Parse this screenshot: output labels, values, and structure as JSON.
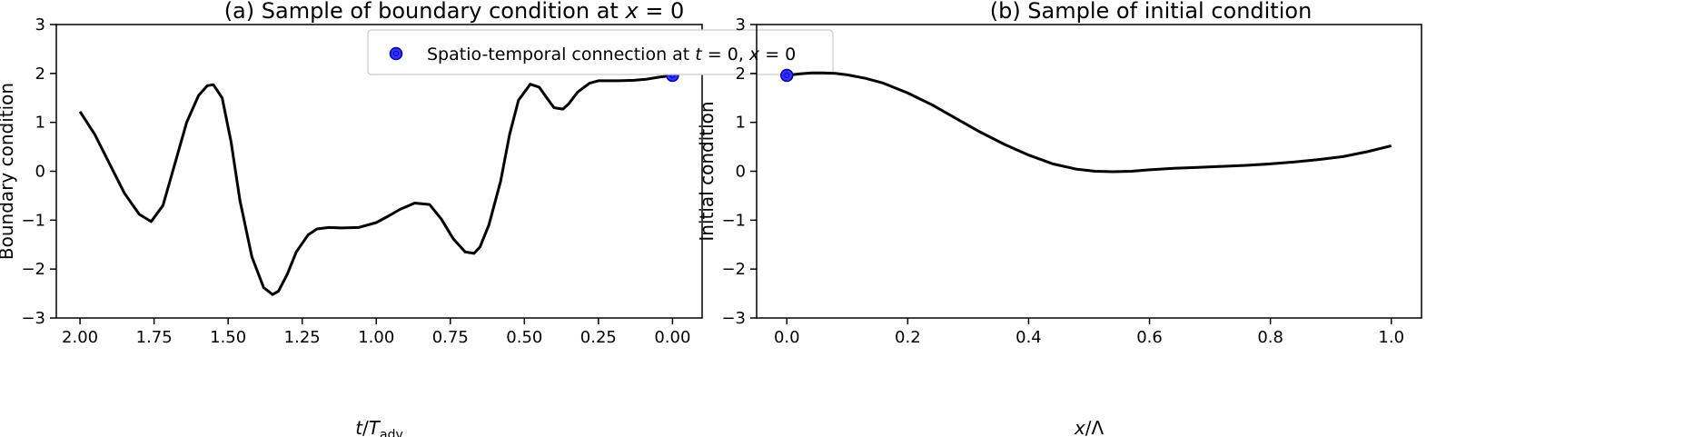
{
  "chart_data": [
    {
      "type": "line",
      "title": "(a) Sample of boundary condition at x = 0",
      "xlabel": "t/T_adv",
      "ylabel": "Boundary condition",
      "xlim": [
        2.08,
        -0.1
      ],
      "ylim": [
        -3,
        3
      ],
      "x_reversed": true,
      "xticks": [
        "2.00",
        "1.75",
        "1.50",
        "1.25",
        "1.00",
        "0.75",
        "0.50",
        "0.25",
        "0.00"
      ],
      "yticks": [
        "−3",
        "−2",
        "−1",
        "0",
        "1",
        "2",
        "3"
      ],
      "grid": false,
      "legend": {
        "placement": "top-right",
        "entries": [
          "Spatio-temporal connection at t = 0, x = 0"
        ]
      },
      "series": [
        {
          "color": "#000000",
          "x": [
            2.0,
            1.95,
            1.9,
            1.85,
            1.8,
            1.76,
            1.72,
            1.68,
            1.64,
            1.6,
            1.57,
            1.55,
            1.52,
            1.49,
            1.46,
            1.42,
            1.38,
            1.35,
            1.33,
            1.3,
            1.27,
            1.23,
            1.2,
            1.16,
            1.12,
            1.06,
            1.0,
            0.96,
            0.92,
            0.87,
            0.82,
            0.78,
            0.74,
            0.7,
            0.67,
            0.65,
            0.62,
            0.58,
            0.55,
            0.52,
            0.48,
            0.45,
            0.43,
            0.4,
            0.37,
            0.35,
            0.32,
            0.28,
            0.25,
            0.22,
            0.18,
            0.13,
            0.09,
            0.05,
            0.0
          ],
          "y": [
            1.22,
            0.75,
            0.15,
            -0.45,
            -0.88,
            -1.03,
            -0.7,
            0.15,
            1.0,
            1.55,
            1.75,
            1.77,
            1.5,
            0.6,
            -0.6,
            -1.75,
            -2.38,
            -2.52,
            -2.45,
            -2.1,
            -1.65,
            -1.3,
            -1.18,
            -1.15,
            -1.16,
            -1.15,
            -1.05,
            -0.92,
            -0.78,
            -0.65,
            -0.68,
            -0.98,
            -1.38,
            -1.65,
            -1.68,
            -1.55,
            -1.1,
            -0.2,
            0.75,
            1.45,
            1.78,
            1.72,
            1.55,
            1.3,
            1.27,
            1.38,
            1.62,
            1.8,
            1.85,
            1.85,
            1.85,
            1.86,
            1.88,
            1.92,
            1.96
          ]
        }
      ],
      "marker": {
        "x": 0.0,
        "y": 1.96,
        "color": "#0000ff"
      }
    },
    {
      "type": "line",
      "title": "(b) Sample of initial condition",
      "xlabel": "x/Λ",
      "ylabel": "Initial condition",
      "xlim": [
        -0.05,
        1.05
      ],
      "ylim": [
        -3,
        3
      ],
      "xticks": [
        "0.0",
        "0.2",
        "0.4",
        "0.6",
        "0.8",
        "1.0"
      ],
      "yticks": [
        "−3",
        "−2",
        "−1",
        "0",
        "1",
        "2",
        "3"
      ],
      "grid": false,
      "series": [
        {
          "color": "#000000",
          "x": [
            0.0,
            0.02,
            0.04,
            0.06,
            0.08,
            0.1,
            0.13,
            0.16,
            0.2,
            0.24,
            0.28,
            0.32,
            0.36,
            0.4,
            0.44,
            0.48,
            0.51,
            0.54,
            0.57,
            0.6,
            0.64,
            0.68,
            0.72,
            0.76,
            0.8,
            0.84,
            0.88,
            0.92,
            0.96,
            1.0
          ],
          "y": [
            1.96,
            1.99,
            2.01,
            2.01,
            2.0,
            1.97,
            1.9,
            1.8,
            1.6,
            1.36,
            1.08,
            0.8,
            0.55,
            0.33,
            0.15,
            0.04,
            0.0,
            -0.01,
            0.0,
            0.03,
            0.06,
            0.08,
            0.1,
            0.12,
            0.15,
            0.19,
            0.24,
            0.3,
            0.4,
            0.52
          ]
        }
      ],
      "marker": {
        "x": 0.0,
        "y": 1.96,
        "color": "#0000ff"
      }
    }
  ]
}
